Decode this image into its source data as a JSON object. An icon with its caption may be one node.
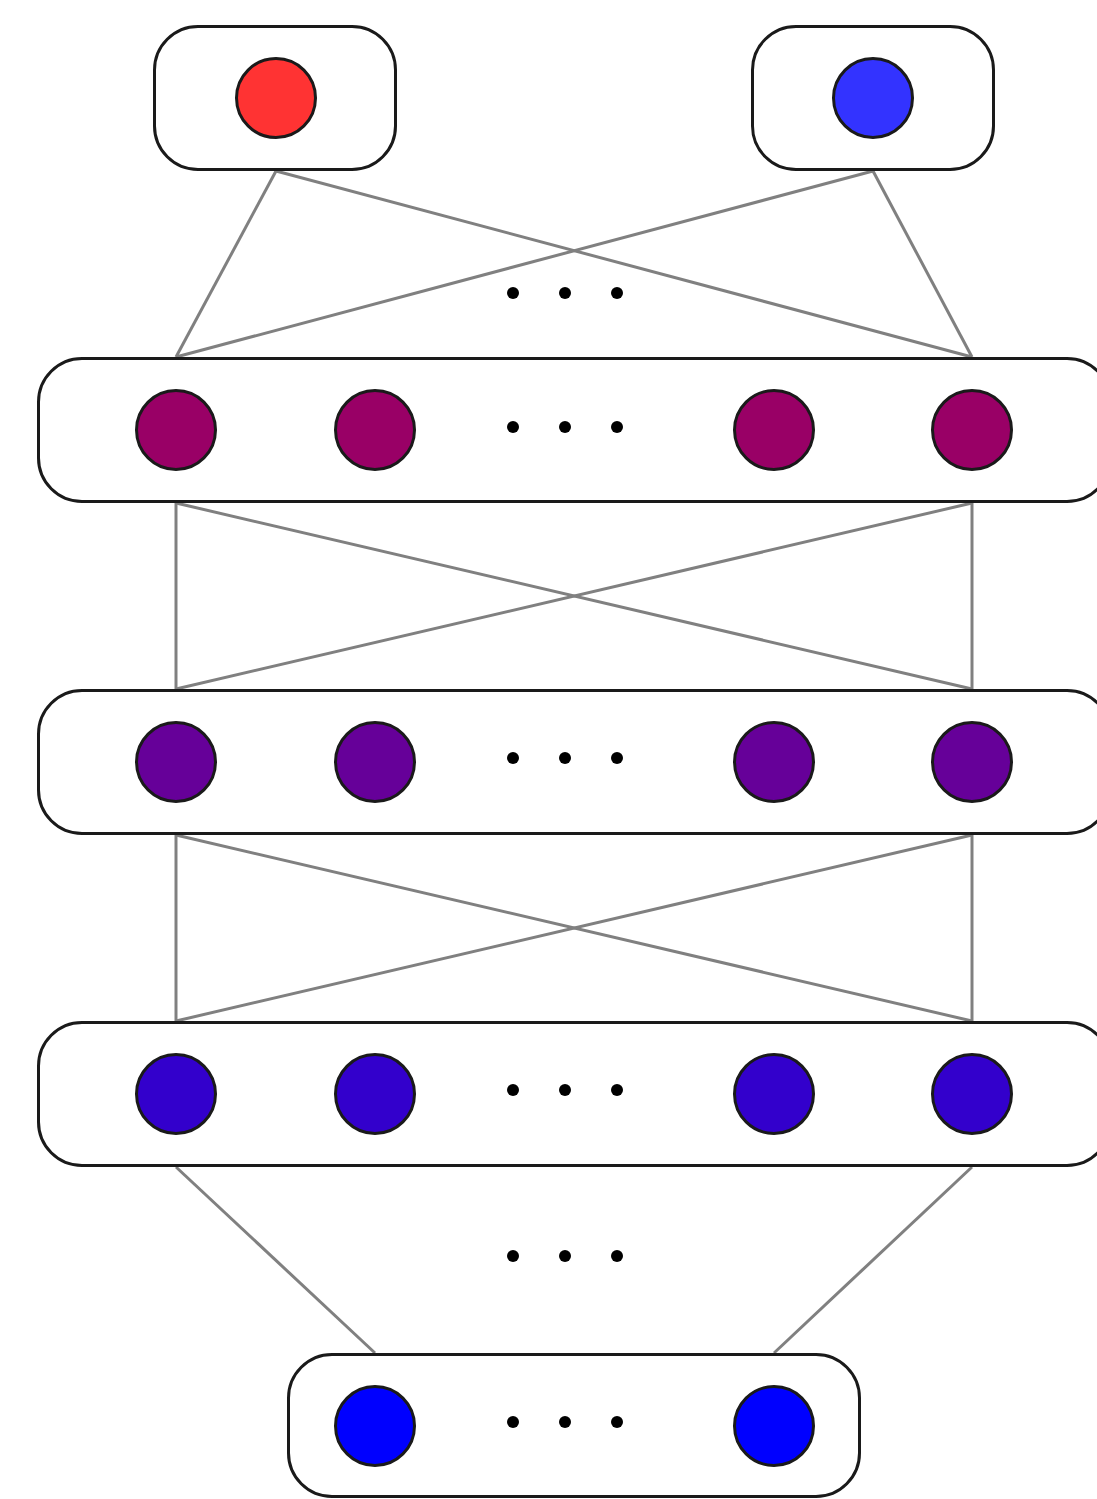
{
  "diagram": {
    "nodes": [
      {
        "text": [],
        "shape": "box"
      },
      {
        "text": [],
        "shape": "circle",
        "in": 0
      },
      {
        "text": [],
        "shape": "box"
      },
      {
        "text": [],
        "shape": "circle",
        "in": 2
      },
      {
        "text": [],
        "shape": "box"
      },
      {
        "text": [],
        "shape": "circle",
        "in": 4
      },
      {
        "text": [],
        "shape": "circle",
        "in": 4
      },
      {
        "text": [],
        "shape": "circle",
        "in": 4
      },
      {
        "text": [],
        "shape": "circle",
        "in": 4
      },
      {
        "text": [],
        "shape": "box"
      },
      {
        "text": [],
        "shape": "circle",
        "in": 9
      },
      {
        "text": [],
        "shape": "circle",
        "in": 9
      },
      {
        "text": [],
        "shape": "circle",
        "in": 9
      },
      {
        "text": [],
        "shape": "circle",
        "in": 9
      },
      {
        "text": [],
        "shape": "box"
      },
      {
        "text": [],
        "shape": "circle",
        "in": 14
      },
      {
        "text": [],
        "shape": "circle",
        "in": 14
      },
      {
        "text": [],
        "shape": "circle",
        "in": 14
      },
      {
        "text": [],
        "shape": "circle",
        "in": 14
      },
      {
        "text": [],
        "shape": "box"
      },
      {
        "text": [],
        "shape": "circle",
        "in": 19
      },
      {
        "text": [],
        "shape": "circle",
        "in": 19
      }
    ],
    "edges": [
      {
        "from": 0,
        "to": 4,
        "arrow": "none"
      },
      {
        "from": 0,
        "to": 4,
        "arrow": "none"
      },
      {
        "from": 2,
        "to": 4,
        "arrow": "none"
      },
      {
        "from": 2,
        "to": 4,
        "arrow": "none"
      },
      {
        "from": 4,
        "to": 9,
        "arrow": "none"
      },
      {
        "from": 4,
        "to": 9,
        "arrow": "none"
      },
      {
        "from": 4,
        "to": 9,
        "arrow": "none"
      },
      {
        "from": 4,
        "to": 9,
        "arrow": "none"
      },
      {
        "from": 9,
        "to": 14,
        "arrow": "none"
      },
      {
        "from": 9,
        "to": 14,
        "arrow": "none"
      },
      {
        "from": 9,
        "to": 14,
        "arrow": "none"
      },
      {
        "from": 9,
        "to": 14,
        "arrow": "none"
      },
      {
        "from": 14,
        "to": 19,
        "arrow": "none"
      },
      {
        "from": 14,
        "to": 19,
        "arrow": "none"
      }
    ]
  }
}
